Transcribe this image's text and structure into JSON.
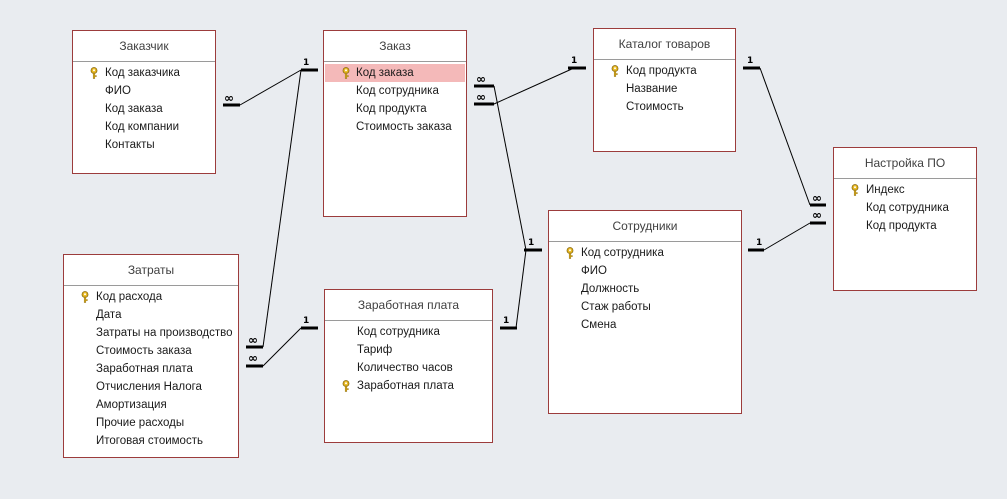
{
  "diagram": {
    "tables": [
      {
        "id": "zakazchik",
        "title": "Заказчик",
        "fields": [
          {
            "label": "Код заказчика",
            "key": true,
            "selected": false
          },
          {
            "label": "ФИО",
            "key": false,
            "selected": false
          },
          {
            "label": "Код заказа",
            "key": false,
            "selected": false
          },
          {
            "label": "Код компании",
            "key": false,
            "selected": false
          },
          {
            "label": "Контакты",
            "key": false,
            "selected": false
          }
        ]
      },
      {
        "id": "zakaz",
        "title": "Заказ",
        "fields": [
          {
            "label": "Код заказа",
            "key": true,
            "selected": true
          },
          {
            "label": "Код сотрудника",
            "key": false,
            "selected": false
          },
          {
            "label": "Код продукта",
            "key": false,
            "selected": false
          },
          {
            "label": "Стоимость заказа",
            "key": false,
            "selected": false
          }
        ]
      },
      {
        "id": "katalog",
        "title": "Каталог товаров",
        "fields": [
          {
            "label": "Код продукта",
            "key": true,
            "selected": false
          },
          {
            "label": "Название",
            "key": false,
            "selected": false
          },
          {
            "label": "Стоимость",
            "key": false,
            "selected": false
          }
        ]
      },
      {
        "id": "nastroika",
        "title": "Настройка ПО",
        "fields": [
          {
            "label": "Индекс",
            "key": true,
            "selected": false
          },
          {
            "label": "Код сотрудника",
            "key": false,
            "selected": false
          },
          {
            "label": "Код продукта",
            "key": false,
            "selected": false
          }
        ]
      },
      {
        "id": "zatraty",
        "title": "Затраты",
        "fields": [
          {
            "label": "Код расхода",
            "key": true,
            "selected": false
          },
          {
            "label": "Дата",
            "key": false,
            "selected": false
          },
          {
            "label": "Затраты на производство",
            "key": false,
            "selected": false
          },
          {
            "label": "Стоимость заказа",
            "key": false,
            "selected": false
          },
          {
            "label": "Заработная плата",
            "key": false,
            "selected": false
          },
          {
            "label": "Отчисления Налога",
            "key": false,
            "selected": false
          },
          {
            "label": "Амортизация",
            "key": false,
            "selected": false
          },
          {
            "label": "Прочие расходы",
            "key": false,
            "selected": false
          },
          {
            "label": "Итоговая стоимость",
            "key": false,
            "selected": false
          }
        ]
      },
      {
        "id": "zarplata",
        "title": "Заработная плата",
        "fields": [
          {
            "label": "Код сотрудника",
            "key": false,
            "selected": false
          },
          {
            "label": "Тариф",
            "key": false,
            "selected": false
          },
          {
            "label": "Количество часов",
            "key": false,
            "selected": false
          },
          {
            "label": "Заработная плата",
            "key": true,
            "selected": false
          }
        ]
      },
      {
        "id": "sotrudniki",
        "title": "Сотрудники",
        "fields": [
          {
            "label": "Код сотрудника",
            "key": true,
            "selected": false
          },
          {
            "label": "ФИО",
            "key": false,
            "selected": false
          },
          {
            "label": "Должность",
            "key": false,
            "selected": false
          },
          {
            "label": "Стаж работы",
            "key": false,
            "selected": false
          },
          {
            "label": "Смена",
            "key": false,
            "selected": false
          }
        ]
      }
    ],
    "relationships": [
      {
        "name": "zakazchik-zakaz",
        "many": "∞",
        "one": "1"
      },
      {
        "name": "zatraty-zakaz",
        "many": "∞",
        "one": "1"
      },
      {
        "name": "zatraty-zarplata",
        "many": "∞",
        "one": "1"
      },
      {
        "name": "zakaz-katalog",
        "many": "∞",
        "one": "1"
      },
      {
        "name": "zakaz-sotrudniki",
        "many": "∞",
        "one": "1"
      },
      {
        "name": "zarplata-sotrudniki",
        "one_a": "1",
        "one_b": "1"
      },
      {
        "name": "katalog-nastroika",
        "many": "∞",
        "one": "1"
      },
      {
        "name": "sotrudniki-nastroika",
        "many": "∞",
        "one": "1"
      }
    ],
    "colors": {
      "table_border": "#9c3c3c",
      "selected_row": "#f4b9b9",
      "background": "#e9ecf0",
      "key_icon": "#d4a017"
    }
  }
}
